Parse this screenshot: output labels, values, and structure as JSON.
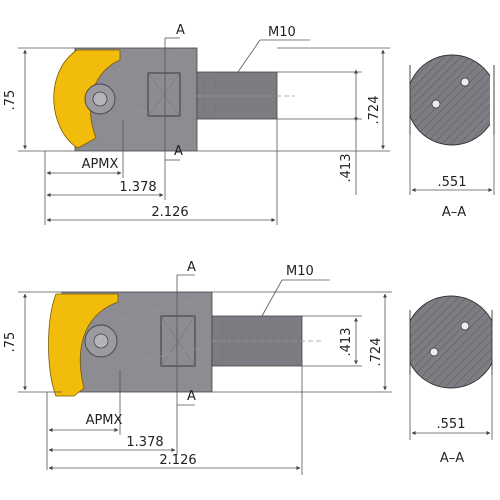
{
  "views": [
    {
      "id": "top",
      "labels": {
        "section_top": "A",
        "section_bottom": "A",
        "thread": "M10",
        "height": ".75",
        "shank_dia": ".724",
        "offset": ".413",
        "apmx": "APMX",
        "length1": "1.378",
        "length2": "2.126",
        "section_width": ".551",
        "section_title": "A–A"
      }
    },
    {
      "id": "bottom",
      "labels": {
        "section_top": "A",
        "section_bottom": "A",
        "thread": "M10",
        "height": ".75",
        "shank_dia": ".724",
        "offset": ".413",
        "apmx": "APMX",
        "length1": "1.378",
        "length2": "2.126",
        "section_width": ".551",
        "section_title": "A–A"
      }
    }
  ],
  "colors": {
    "insert": "#f2bc0c",
    "body": "#8c8c92",
    "section_fill": "#7d7d83",
    "line": "#555555"
  }
}
